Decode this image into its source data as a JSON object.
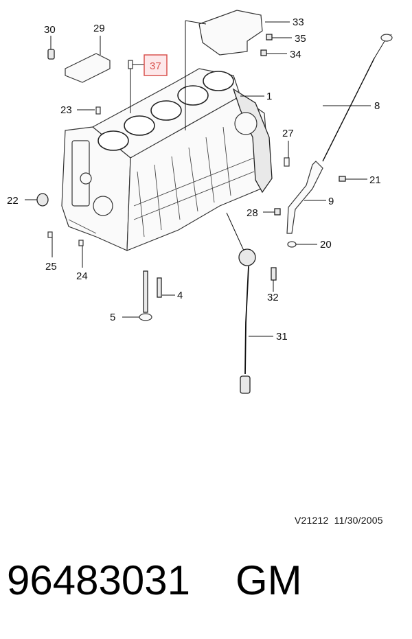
{
  "diagram": {
    "callouts": {
      "c1": "1",
      "c4": "4",
      "c5": "5",
      "c8": "8",
      "c9": "9",
      "c20": "20",
      "c21": "21",
      "c22": "22",
      "c23": "23",
      "c24": "24",
      "c25": "25",
      "c27": "27",
      "c28": "28",
      "c29": "29",
      "c30": "30",
      "c31": "31",
      "c32": "32",
      "c33": "33",
      "c34": "34",
      "c35": "35",
      "c37": "37"
    },
    "highlighted_callout": "37",
    "highlight_color": "#d9534f"
  },
  "footer": {
    "ref_code": "V21212",
    "date": "11/30/2005"
  },
  "part": {
    "number": "96483031",
    "brand": "GM"
  }
}
